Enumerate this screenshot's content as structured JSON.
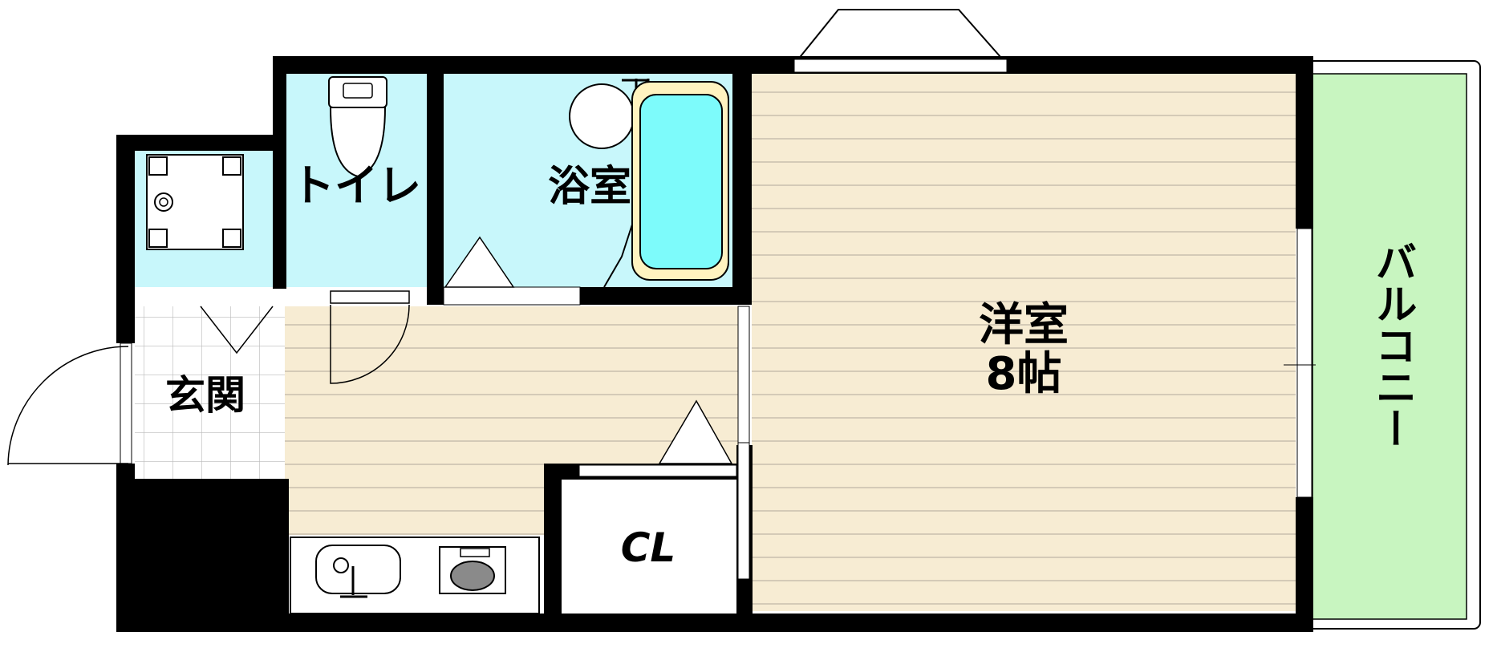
{
  "rooms": {
    "toilet": "トイレ",
    "bath": "浴室",
    "western_room_name": "洋室",
    "western_room_size": "8帖",
    "entrance": "玄関",
    "closet": "CL",
    "balcony": "バルコニー"
  },
  "colors": {
    "wall": "#000000",
    "wet_area": "#c8f7fb",
    "bathtub": "#7dfbfb",
    "floor": "#f7ecd3",
    "floor_lines": "#c9bfae",
    "balcony": "#c8f5c0",
    "entrance_tile": "#ffffff"
  }
}
